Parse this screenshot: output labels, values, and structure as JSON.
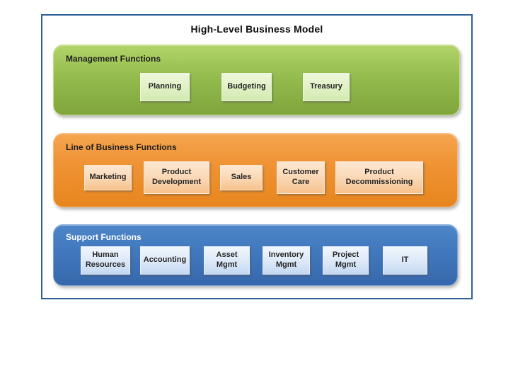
{
  "title": "High-Level Business Model",
  "frame_border_color": "#2f5f97",
  "bands": [
    {
      "id": "management-functions",
      "label": "Management Functions",
      "band_color": "#94bc4e",
      "box_color": "#e0f0c4",
      "items": [
        "Planning",
        "Budgeting",
        "Treasury"
      ]
    },
    {
      "id": "line-of-business-functions",
      "label": "Line of Business Functions",
      "band_color": "#ef9233",
      "box_color": "#fad6b2",
      "items": [
        "Marketing",
        "Product Development",
        "Sales",
        "Customer Care",
        "Product Decommissioning"
      ]
    },
    {
      "id": "support-functions",
      "label": "Support Functions",
      "band_color": "#4178bd",
      "box_color": "#dce8f8",
      "items": [
        "Human Resources",
        "Accounting",
        "Asset Mgmt",
        "Inventory Mgmt",
        "Project Mgmt",
        "IT"
      ]
    }
  ]
}
